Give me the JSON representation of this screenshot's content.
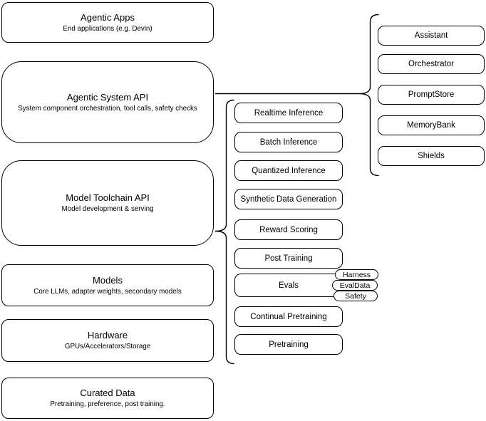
{
  "diagram": {
    "left_column": [
      {
        "title": "Agentic Apps",
        "subtitle": "End applications (e.g. Devin)"
      },
      {
        "title": "Agentic System API",
        "subtitle": "System component orchestration, tool calls, safety checks"
      },
      {
        "title": "Model Toolchain API",
        "subtitle": "Model development & serving"
      },
      {
        "title": "Models",
        "subtitle": "Core LLMs, adapter weights, secondary models"
      },
      {
        "title": "Hardware",
        "subtitle": "GPUs/Accelerators/Storage"
      },
      {
        "title": "Curated Data",
        "subtitle": "Pretraining, preference, post training."
      }
    ],
    "toolchain_services": [
      "Realtime Inference",
      "Batch Inference",
      "Quantized Inference",
      "Synthetic Data Generation",
      "Reward Scoring",
      "Post Training",
      "Evals",
      "Continual Pretraining",
      "Pretraining"
    ],
    "eval_components": [
      "Harness",
      "EvalData",
      "Safety"
    ],
    "system_components": [
      "Assistant",
      "Orchestrator",
      "PromptStore",
      "MemoryBank",
      "Shields"
    ],
    "colors": {
      "stroke": "#000000",
      "fill": "#ffffff",
      "background": "#ffffff"
    }
  }
}
